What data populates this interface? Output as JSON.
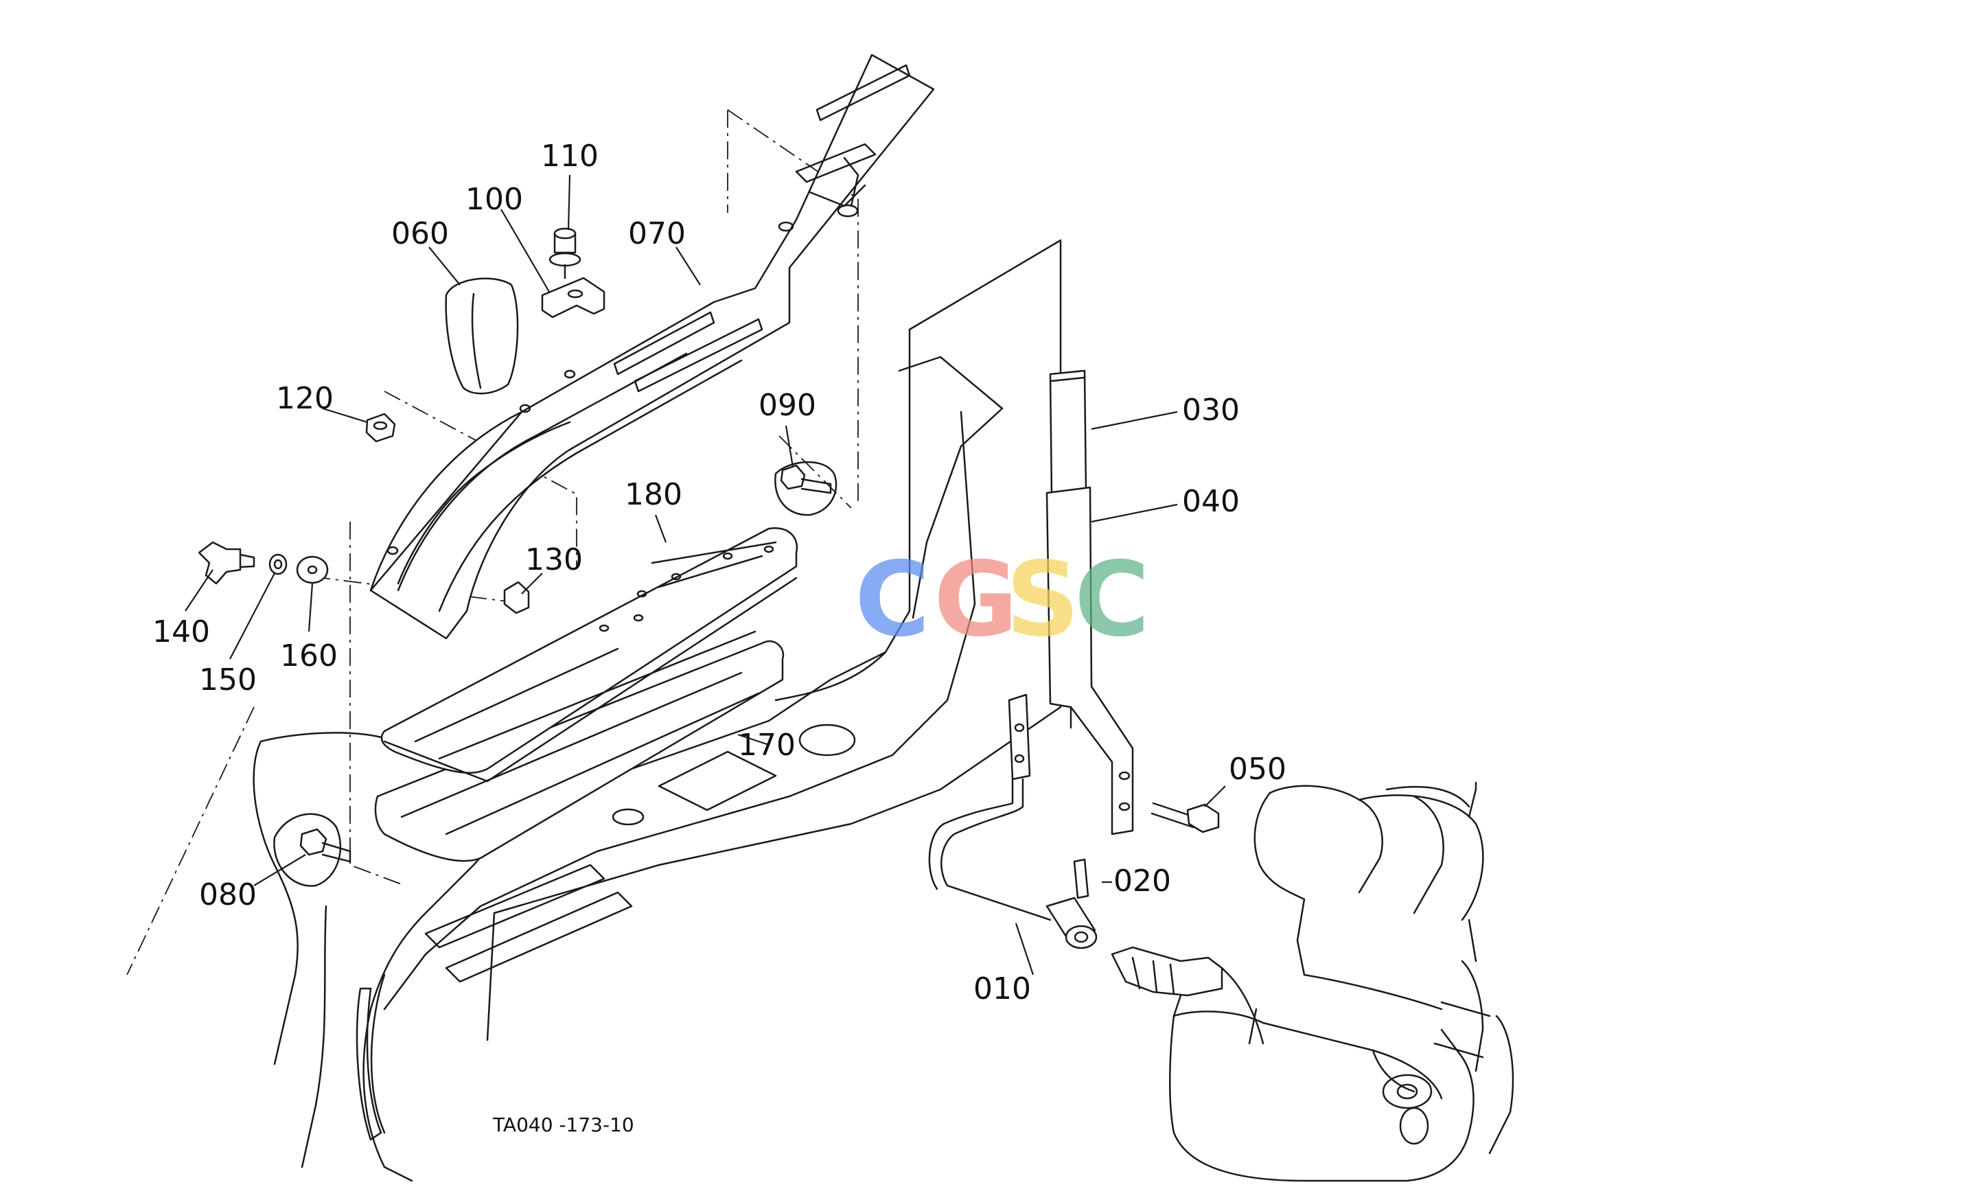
{
  "figure_code": "TA040 -173-10",
  "watermark": {
    "letters": [
      {
        "char": "C",
        "color": "#5b8def"
      },
      {
        "char": "G",
        "color": "#f08a80"
      },
      {
        "char": "S",
        "color": "#f6d35a"
      },
      {
        "char": "C",
        "color": "#5fb488"
      }
    ]
  },
  "parts": [
    {
      "id": "010"
    },
    {
      "id": "020"
    },
    {
      "id": "030"
    },
    {
      "id": "040"
    },
    {
      "id": "050"
    },
    {
      "id": "060"
    },
    {
      "id": "070"
    },
    {
      "id": "080"
    },
    {
      "id": "090"
    },
    {
      "id": "100"
    },
    {
      "id": "110"
    },
    {
      "id": "120"
    },
    {
      "id": "130"
    },
    {
      "id": "140"
    },
    {
      "id": "150"
    },
    {
      "id": "160"
    },
    {
      "id": "170"
    },
    {
      "id": "180"
    }
  ]
}
